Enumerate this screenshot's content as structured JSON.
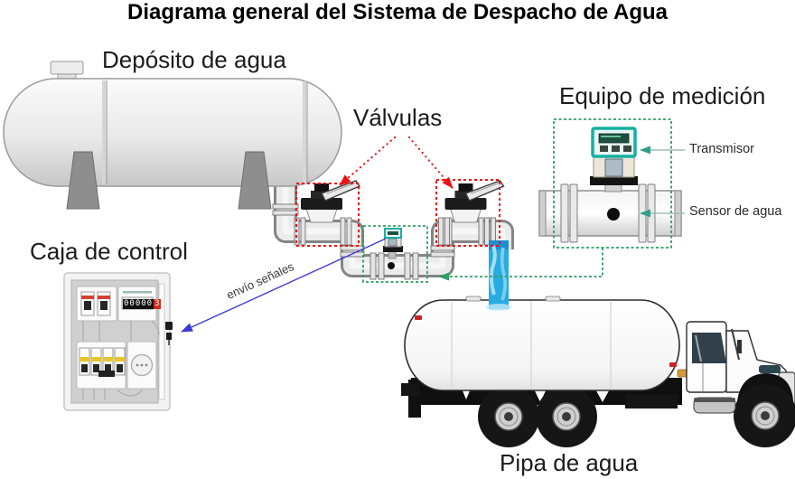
{
  "title": "Diagrama general del Sistema de Despacho de Agua",
  "labels": {
    "tank": "Depósito de agua",
    "valves": "Válvulas",
    "measuring_equipment": "Equipo de medición",
    "control_box": "Caja de control",
    "truck": "Pipa de agua",
    "transmitter": "Transmisor",
    "water_sensor": "Sensor de agua",
    "signal": "envío señales"
  },
  "control_box": {
    "meter_digits": "00000",
    "meter_last_digit": "3"
  },
  "colors": {
    "valve_highlight_dash": "#ee1111",
    "measure_highlight_dash": "#2f9e60",
    "transmitter_teal": "#14b0a2",
    "water_blue": "#29abe2",
    "signal_arrow_blue": "#3b3bd4"
  }
}
